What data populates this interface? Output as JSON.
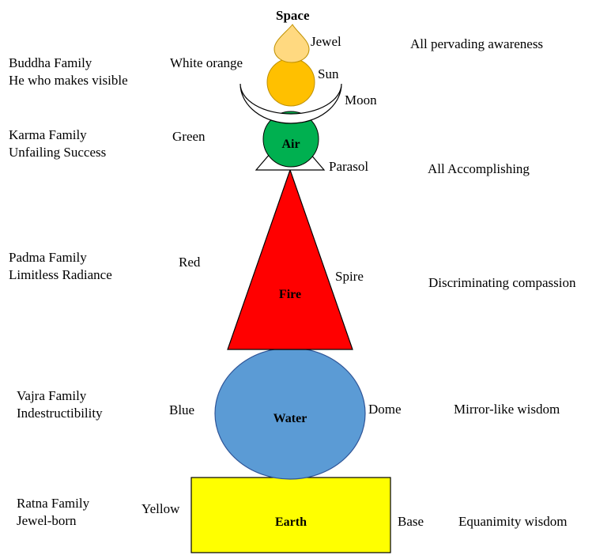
{
  "space_label": "Space",
  "families": [
    {
      "id": "buddha",
      "name": "Buddha Family",
      "meaning": "He who makes visible"
    },
    {
      "id": "karma",
      "name": "Karma Family",
      "meaning": "Unfailing Success"
    },
    {
      "id": "padma",
      "name": "Padma Family",
      "meaning": "Limitless Radiance"
    },
    {
      "id": "vajra",
      "name": "Vajra Family",
      "meaning": "Indestructibility"
    },
    {
      "id": "ratna",
      "name": "Ratna Family",
      "meaning": "Jewel-born"
    }
  ],
  "colors_text": {
    "buddha": "White orange",
    "karma": "Green",
    "padma": "Red",
    "vajra": "Blue",
    "ratna": "Yellow"
  },
  "parts": {
    "jewel": "Jewel",
    "sun": "Sun",
    "moon": "Moon",
    "parasol": "Parasol",
    "spire": "Spire",
    "dome": "Dome",
    "base": "Base"
  },
  "elements": {
    "air": "Air",
    "fire": "Fire",
    "water": "Water",
    "earth": "Earth"
  },
  "wisdoms": {
    "buddha": "All pervading awareness",
    "karma": "All Accomplishing",
    "padma": "Discriminating compassion",
    "vajra": "Mirror-like wisdom",
    "ratna": "Equanimity wisdom"
  },
  "fill_colors": {
    "jewel": "#FFD980",
    "sun": "#FFC000",
    "moon": "#FFFFFF",
    "air": "#00B050",
    "parasol": "#FFFFFF",
    "fire": "#FF0000",
    "water": "#5B9BD5",
    "earth": "#FFFF00"
  }
}
